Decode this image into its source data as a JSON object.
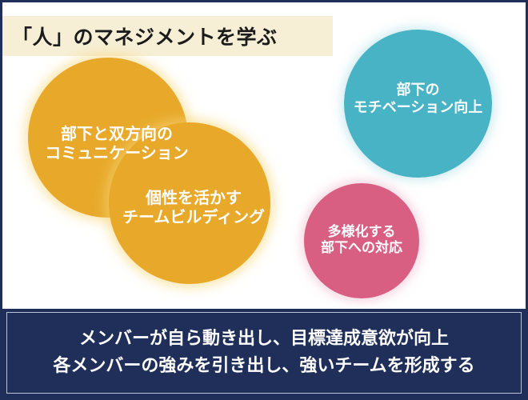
{
  "title": "「人」のマネジメントを学ぶ",
  "bubbles": {
    "communication": {
      "line1": "部下と双方向の",
      "line2": "コミュニケーション",
      "color": "#e8a92a"
    },
    "team_building": {
      "line1": "個性を活かす",
      "line2": "チームビルディング",
      "color": "#e8a92a"
    },
    "motivation": {
      "line1": "部下の",
      "line2": "モチベーション向上",
      "color": "#48b3c5"
    },
    "diversity": {
      "line1": "多様化する",
      "line2": "部下への対応",
      "color": "#d95f82"
    }
  },
  "summary": {
    "line1": "メンバーが自ら動き出し、目標達成意欲が向上",
    "line2": "各メンバーの強みを引き出し、強いチームを形成する",
    "background": "#1f2f5a"
  }
}
